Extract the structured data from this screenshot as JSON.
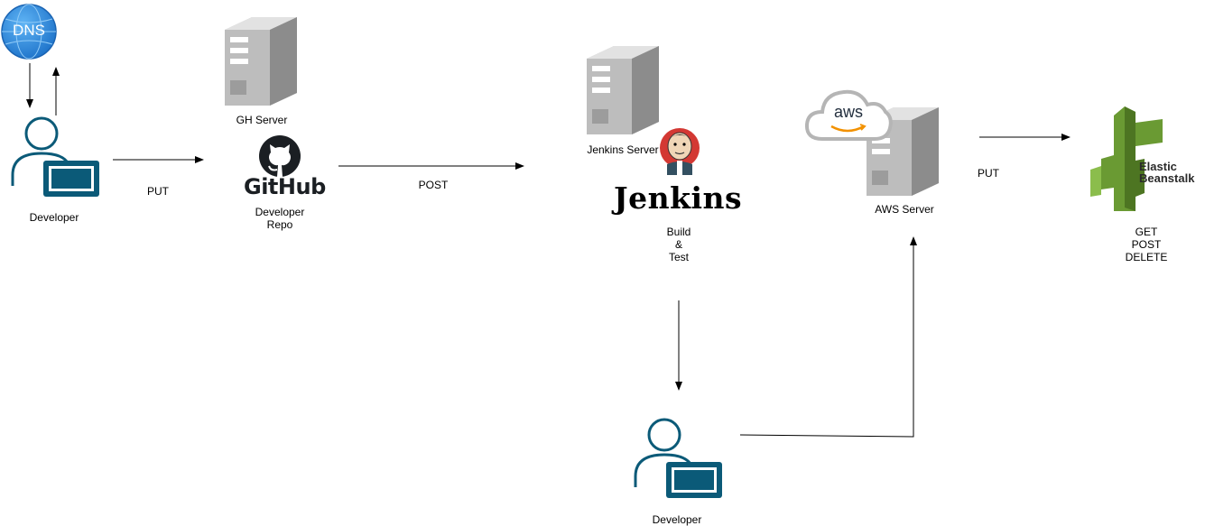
{
  "nodes": {
    "dns": {
      "icon_text": "DNS",
      "icon": "dns-globe-icon"
    },
    "developer_top": {
      "label": "Developer",
      "icon": "developer-user-icon"
    },
    "gh_server": {
      "label": "GH Server",
      "icon": "server-icon"
    },
    "github": {
      "wordmark": "GitHub",
      "icon": "github-octocat-icon",
      "label_line1": "Developer",
      "label_line2": "Repo"
    },
    "jenkins_server": {
      "label": "Jenkins Server",
      "icon": "server-icon"
    },
    "jenkins": {
      "wordmark": "Jenkins",
      "icon": "jenkins-butler-icon",
      "label_line1": "Build",
      "label_line2": "&",
      "label_line3": "Test"
    },
    "aws_server": {
      "label": "AWS Server",
      "icon": "server-icon",
      "cloud_text": "aws"
    },
    "beanstalk": {
      "wordmark_line1": "Elastic",
      "wordmark_line2": "Beanstalk",
      "icon": "elastic-beanstalk-icon",
      "label_line1": "GET",
      "label_line2": "POST",
      "label_line3": "DELETE"
    },
    "developer_bottom": {
      "label": "Developer",
      "icon": "developer-user-icon"
    }
  },
  "edges": {
    "developer_to_github": "PUT",
    "github_to_jenkins": "POST",
    "aws_to_beanstalk": "PUT"
  },
  "colors": {
    "user_blue": "#0b5a78",
    "server_gray": "#8c8c8c",
    "dns_blue": "#2f8fe0",
    "beanstalk_green": "#6a9a33",
    "jenkins_red": "#d33833"
  }
}
